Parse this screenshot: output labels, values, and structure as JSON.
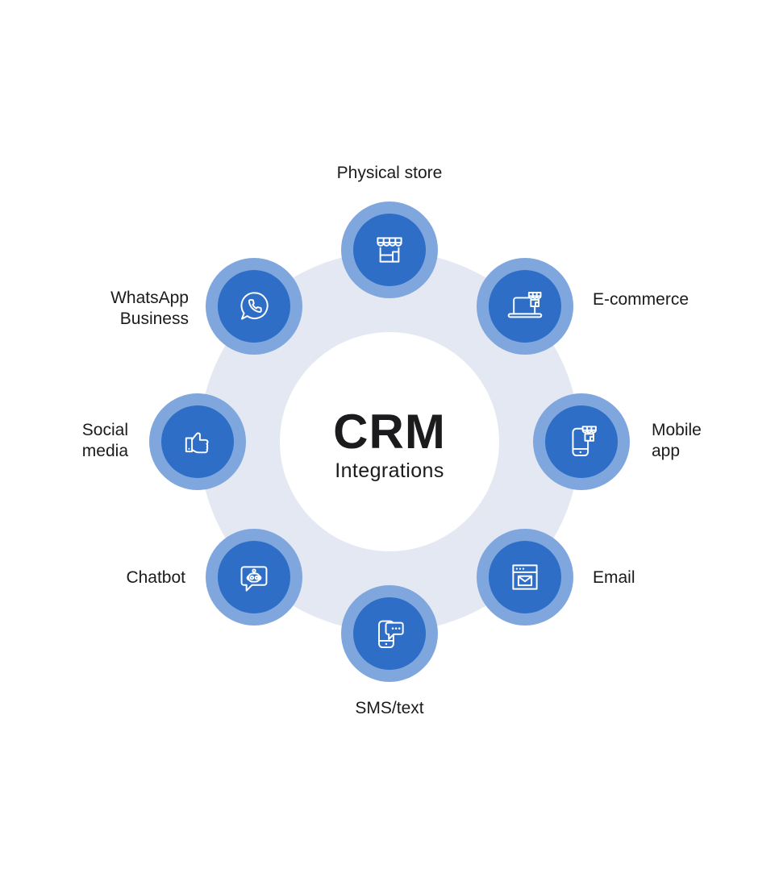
{
  "center": {
    "title": "CRM",
    "subtitle": "Integrations"
  },
  "nodes": [
    {
      "id": "physical-store",
      "label": "Physical store",
      "icon": "storefront-icon",
      "position": "top"
    },
    {
      "id": "e-commerce",
      "label": "E-commerce",
      "icon": "laptop-store-icon",
      "position": "top-right"
    },
    {
      "id": "mobile-app",
      "label": "Mobile app",
      "icon": "smartphone-store-icon",
      "position": "right"
    },
    {
      "id": "email",
      "label": "Email",
      "icon": "browser-envelope-icon",
      "position": "bottom-right"
    },
    {
      "id": "sms-text",
      "label": "SMS/text",
      "icon": "smartphone-chat-icon",
      "position": "bottom"
    },
    {
      "id": "chatbot",
      "label": "Chatbot",
      "icon": "chatbot-bubble-icon",
      "position": "bottom-left"
    },
    {
      "id": "social-media",
      "label": "Social media",
      "icon": "thumbs-up-icon",
      "position": "left"
    },
    {
      "id": "whatsapp-business",
      "label": "WhatsApp Business",
      "icon": "whatsapp-icon",
      "position": "top-left"
    }
  ],
  "colors": {
    "node_outer": "#7FA7DE",
    "node_inner": "#2E6EC6",
    "ring": "#E4E8F3",
    "icon_stroke": "#FFFFFF",
    "text": "#1B1B1D",
    "background": "#FFFFFF"
  }
}
